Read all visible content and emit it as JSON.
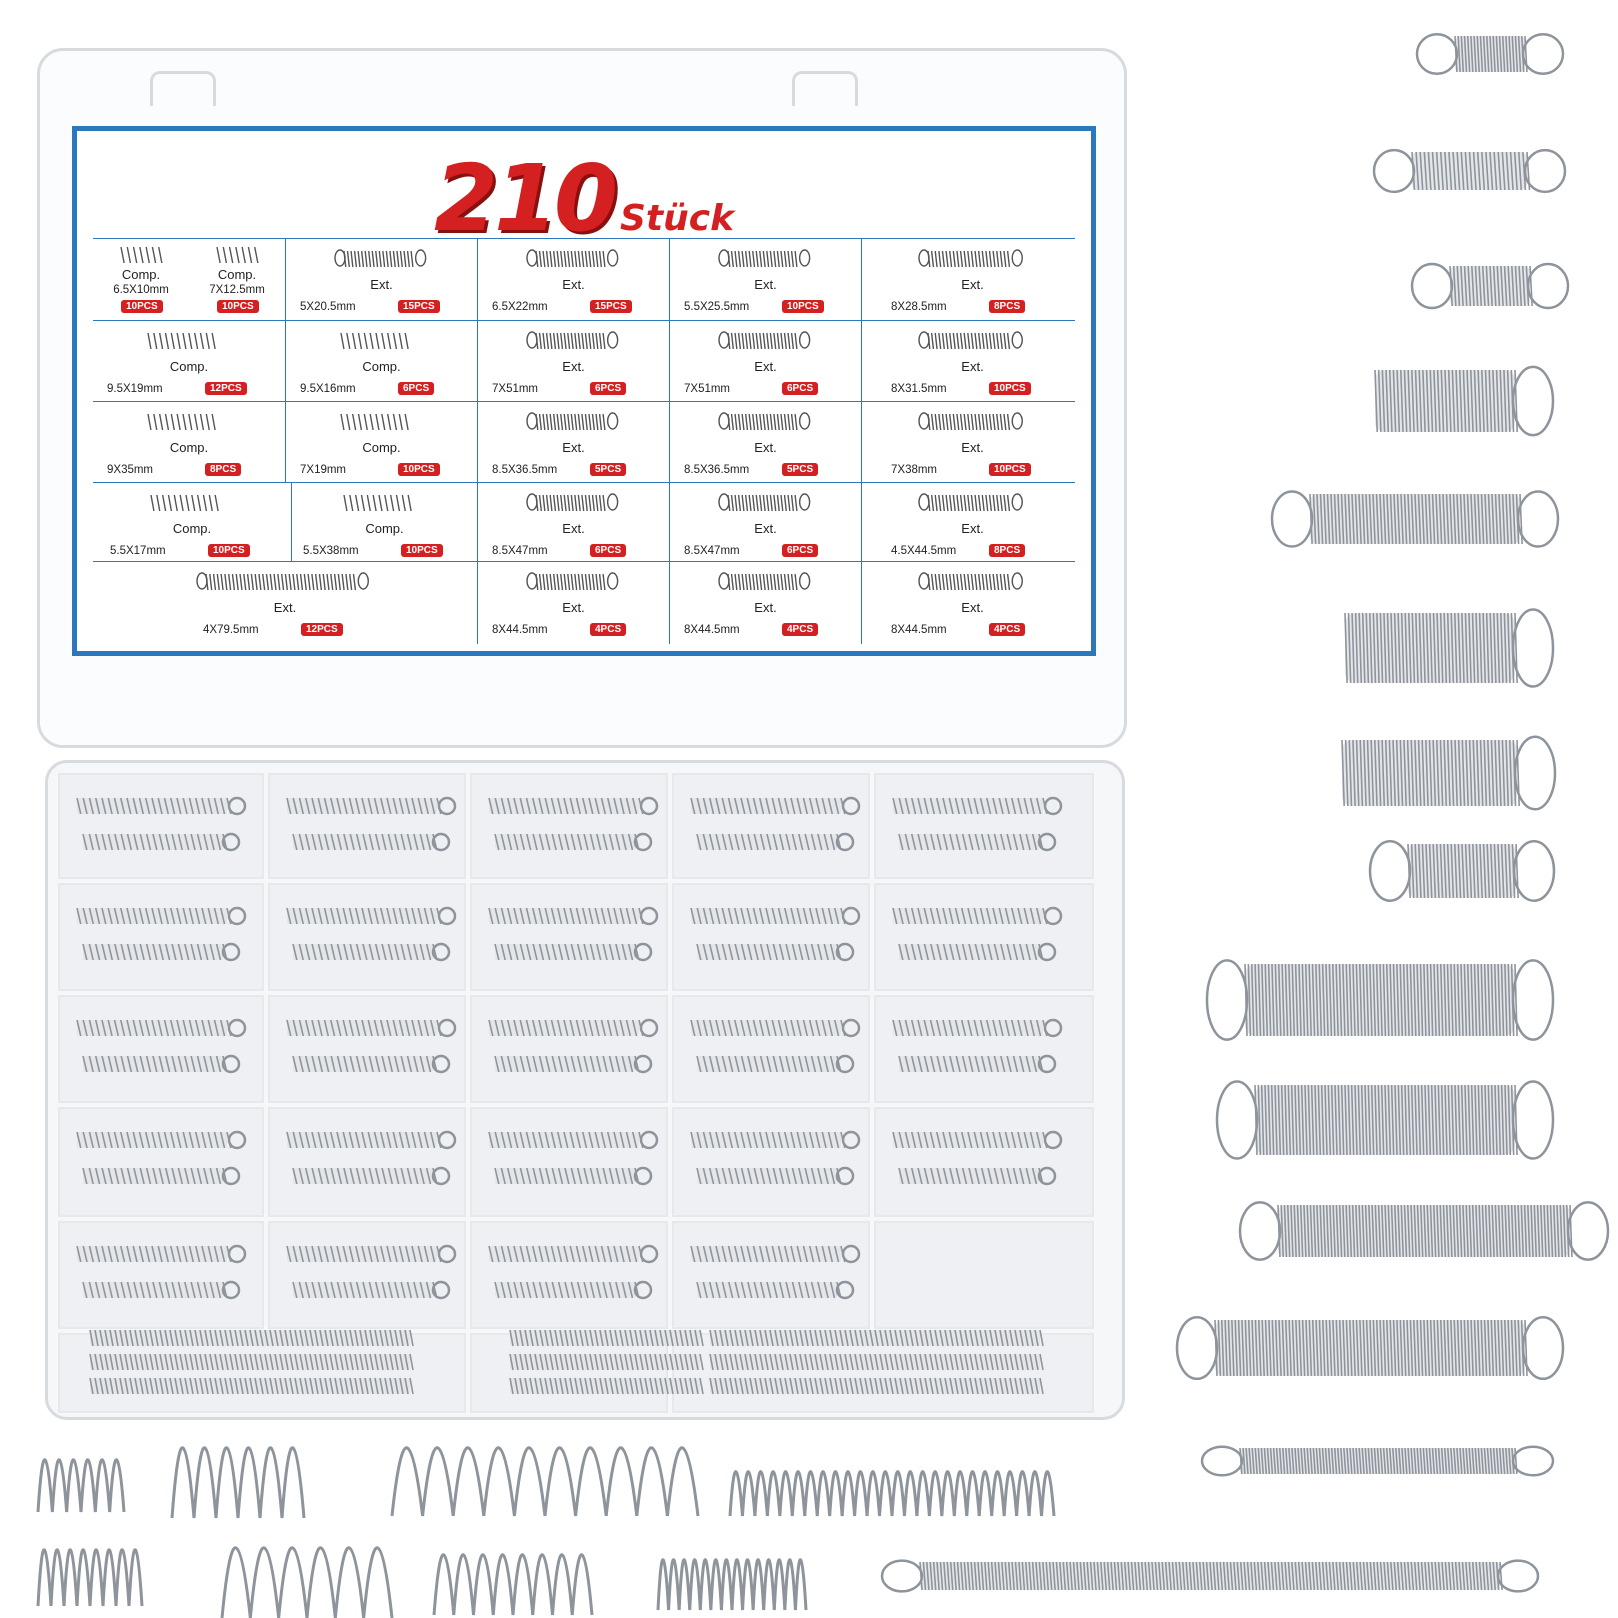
{
  "title": {
    "number": "210",
    "word": "Stück"
  },
  "rows": [
    [
      {
        "type": "Comp.",
        "size": "6.5X10mm",
        "count": "10PCS",
        "type2": "Comp.",
        "size2": "7X12.5mm",
        "count2": "10PCS"
      },
      {
        "type": "Ext.",
        "size": "5X20.5mm",
        "count": "15PCS"
      },
      {
        "type": "Ext.",
        "size": "6.5X22mm",
        "count": "15PCS"
      },
      {
        "type": "Ext.",
        "size": "5.5X25.5mm",
        "count": "10PCS"
      },
      {
        "type": "Ext.",
        "size": "8X28.5mm",
        "count": "8PCS"
      }
    ],
    [
      {
        "type": "Comp.",
        "size": "9.5X19mm",
        "count": "12PCS"
      },
      {
        "type": "Comp.",
        "size": "9.5X16mm",
        "count": "6PCS"
      },
      {
        "type": "Ext.",
        "size": "7X51mm",
        "count": "6PCS"
      },
      {
        "type": "Ext.",
        "size": "7X51mm",
        "count": "6PCS"
      },
      {
        "type": "Ext.",
        "size": "8X31.5mm",
        "count": "10PCS"
      }
    ],
    [
      {
        "type": "Comp.",
        "size": "9X35mm",
        "count": "8PCS"
      },
      {
        "type": "Comp.",
        "size": "7X19mm",
        "count": "10PCS"
      },
      {
        "type": "Ext.",
        "size": "8.5X36.5mm",
        "count": "5PCS"
      },
      {
        "type": "Ext.",
        "size": "8.5X36.5mm",
        "count": "5PCS"
      },
      {
        "type": "Ext.",
        "size": "7X38mm",
        "count": "10PCS"
      }
    ],
    [
      {
        "type": "Comp.",
        "size": "5.5X17mm",
        "count": "10PCS"
      },
      {
        "type": "Comp.",
        "size": "5.5X38mm",
        "count": "10PCS"
      },
      {
        "type": "Ext.",
        "size": "8.5X47mm",
        "count": "6PCS"
      },
      {
        "type": "Ext.",
        "size": "8.5X47mm",
        "count": "6PCS"
      },
      {
        "type": "Ext.",
        "size": "4.5X44.5mm",
        "count": "8PCS"
      }
    ],
    [
      {
        "type": "Ext.",
        "size": "4X79.5mm",
        "count": "12PCS"
      },
      {
        "type": "Ext.",
        "size": "8X44.5mm",
        "count": "4PCS"
      },
      {
        "type": "Ext.",
        "size": "8X44.5mm",
        "count": "4PCS"
      },
      {
        "type": "Ext.",
        "size": "8X44.5mm",
        "count": "4PCS"
      }
    ]
  ],
  "colors": {
    "accent_blue": "#2d78bd",
    "badge_red": "#d42020",
    "steel": "#8e949b"
  }
}
